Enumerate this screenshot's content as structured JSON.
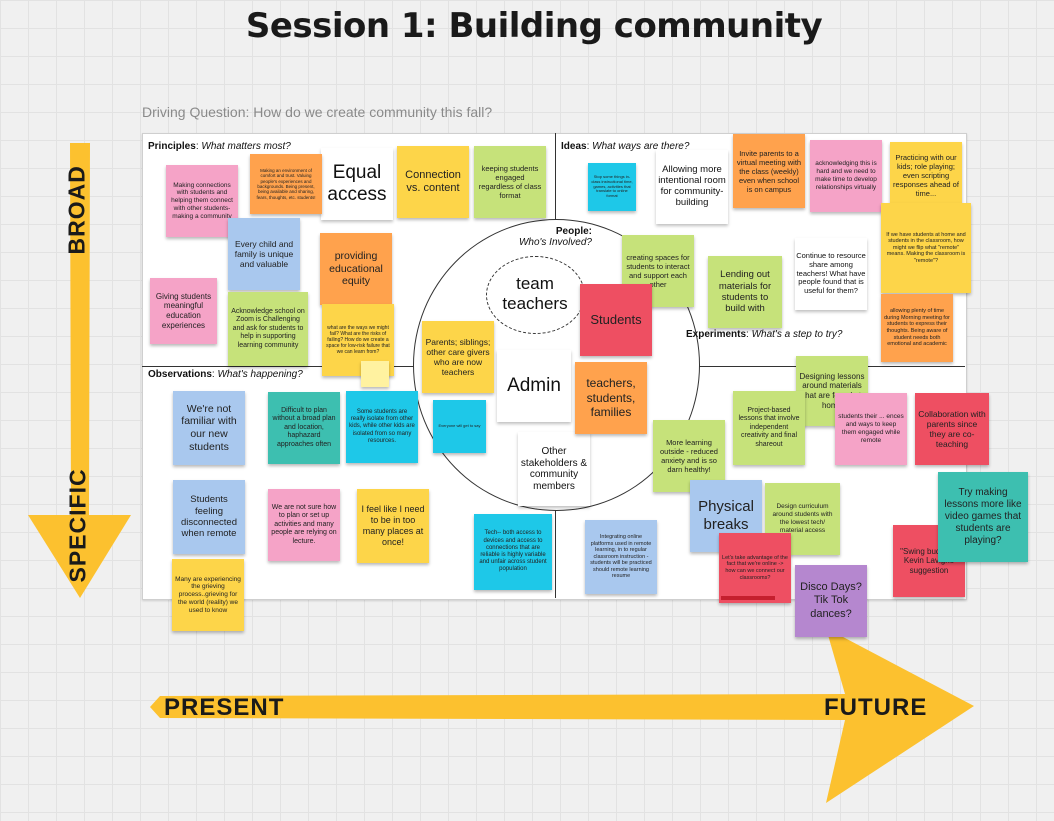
{
  "title": "Session 1: Building community",
  "driving_question": "Driving Question: How do we create community this fall?",
  "arrows": {
    "broad": "BROAD",
    "specific": "SPECIFIC",
    "present": "PRESENT",
    "future": "FUTURE"
  },
  "quadrants": {
    "principles": {
      "bold": "Principles",
      "italic": "What matters most?"
    },
    "ideas": {
      "bold": "Ideas",
      "italic": "What ways are there?"
    },
    "people": {
      "bold": "People:",
      "italic": "Who's Involved?"
    },
    "observations": {
      "bold": "Observations",
      "italic": "What's happening?"
    },
    "experiments": {
      "bold": "Experiments",
      "italic": "What's a step to try?"
    }
  },
  "plain_labels": {
    "team_teachers": "team teachers",
    "admin": "Admin",
    "other_stakeholders": "Other stakeholders & community members",
    "equal_access": "Equal access",
    "intentional_room": "Allowing more intentional room for community-building",
    "continue_share": "Continue to resource share among teachers! What have people found that is useful for them?"
  },
  "notes": {
    "making_connections": "Making connections with students and helping them connect with other students-making a community",
    "environment": "Making an environment of comfort and trust. Valuing people's experiences and backgrounds. Being present, being available and sharing, fears, thoughts, etc. students!",
    "connection_content": "Connection vs. content",
    "keeping_engaged": "keeping students engaged regardless of class format",
    "every_child": "Every child and family is unique and valuable",
    "providing_equity": "providing educational equity",
    "giving_meaningful": "Giving students meaningful education experiences",
    "acknowledge_zoom": "Acknowledge school on Zoom is Challenging and ask for students to help in supporting learning community",
    "ways_failing": "what are the ways we might fail? What are the risks of failing? How do we create a space for low-risk failure that we can learn from?",
    "stop_some": "Stop some things in-class instructional time, games, activities that translate to online format",
    "invite_parents": "Invite parents to a virtual meeting with the class (weekly) even when school is on campus",
    "acknowledging": "acknowledging this is hard and we need to make time to develop relationships virtually",
    "practicing_kids": "Practicing with our kids; role playing; even scripting responses ahead of time...",
    "students_home": "If we have students at home and students in the classroom, how might we flip what \"remote\" means. Making the classroom is \"remote\"?",
    "creating_spaces": "creating spaces for students to interact and support each other",
    "lending_materials": "Lending out materials for students to build with",
    "allowing_time": "allowing plenty of time during Morning meeting for students to express their thoughts. Being aware of student needs both emotional and academic",
    "parents_siblings": "Parents; siblings; other care givers who are now teachers",
    "students": "Students",
    "teachers_students_families": "teachers, students, families",
    "small_cyan": "Everyone will get to say",
    "not_familiar": "We're not familiar with our new students",
    "difficult_plan": "Difficult to plan without a broad plan and location, haphazard approaches often",
    "some_isolate": "Some students are really isolate from other kids, while other kids are isolated from so many resources.",
    "disconnected": "Students feeling disconnected when remote",
    "not_sure": "We are not sure how to plan or set up activities and many people are relying on lecture.",
    "i_feel": "I feel like I need to be in too many places at once!",
    "many_grieving": "Many are experiencing the grieving process..grieving for the world (reality) we used to know",
    "tech_access": "Tech-- both access to devices and access to connections that are reliable is highly variable and unfair across student population",
    "integrating": "Integrating online platforms used in remote learning, in to regular classroom instruction - students will be practiced should remote learning resume",
    "designing_lessons": "Designing lessons around materials that are found at home",
    "project_based": "Project-based lessons that involve independent creativity and final shareout",
    "more_learning": "More learning outside - reduced anxiety and is so darn healthy!",
    "students_engaged": "students their ... ences and ways to keep them engaged while remote",
    "collaboration": "Collaboration with parents since they are co-teaching",
    "physical_breaks": "Physical breaks",
    "design_curriculum": "Design curriculum around students with the lowest tech/ material access",
    "advantage_online": "Let's take advantage of the fact that we're online -> how can we connect our classrooms?",
    "try_making": "Try making lessons more like video games that students are playing?",
    "swing_buddies": "\"Swing buddies\" Kevin Lavigne suggestion",
    "disco_days": "Disco Days? Tik Tok dances?"
  },
  "colors": {
    "pink": "#f5a3c7",
    "orange": "#ffa24d",
    "yellow": "#fdd549",
    "lightyellow": "#fff2a0",
    "green": "#c6e27a",
    "blue": "#a9c8ee",
    "cyan": "#1ec8e8",
    "teal": "#3dbfb0",
    "red": "#ee4f62",
    "purple": "#b587cf",
    "arrow": "#fcc12f"
  }
}
